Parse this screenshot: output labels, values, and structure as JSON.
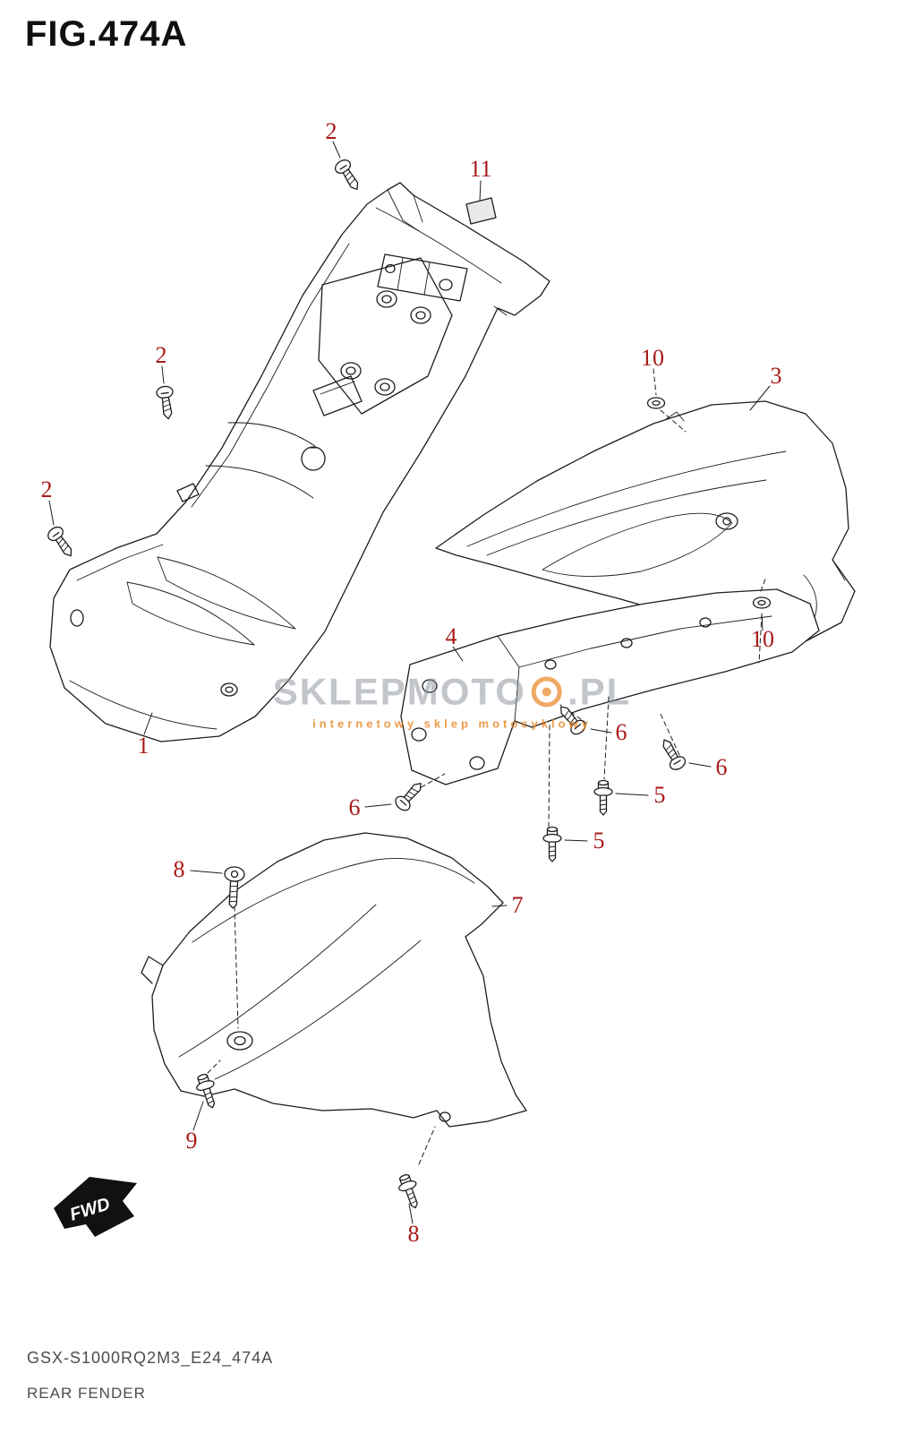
{
  "title": "FIG.474A",
  "footer": {
    "code": "GSX-S1000RQ2M3_E24_474A",
    "caption": "REAR FENDER"
  },
  "watermark": {
    "main": "SKLEPMOTO",
    "suffix": ".PL",
    "subtitle": "internetowy sklep motocyklowy"
  },
  "fwd": {
    "label": "FWD"
  },
  "colors": {
    "callout_red": "#a81a1a",
    "line_black": "#1d1d1d",
    "watermark_orange": "#e8821c",
    "watermark_gray": "#8a929b"
  },
  "callouts": [
    {
      "label": "2"
    },
    {
      "label": "11"
    },
    {
      "label": "2"
    },
    {
      "label": "10"
    },
    {
      "label": "3"
    },
    {
      "label": "2"
    },
    {
      "label": "4"
    },
    {
      "label": "10"
    },
    {
      "label": "1"
    },
    {
      "label": "6"
    },
    {
      "label": "6"
    },
    {
      "label": "5"
    },
    {
      "label": "6"
    },
    {
      "label": "5"
    },
    {
      "label": "8"
    },
    {
      "label": "7"
    },
    {
      "label": "9"
    },
    {
      "label": "8"
    }
  ]
}
